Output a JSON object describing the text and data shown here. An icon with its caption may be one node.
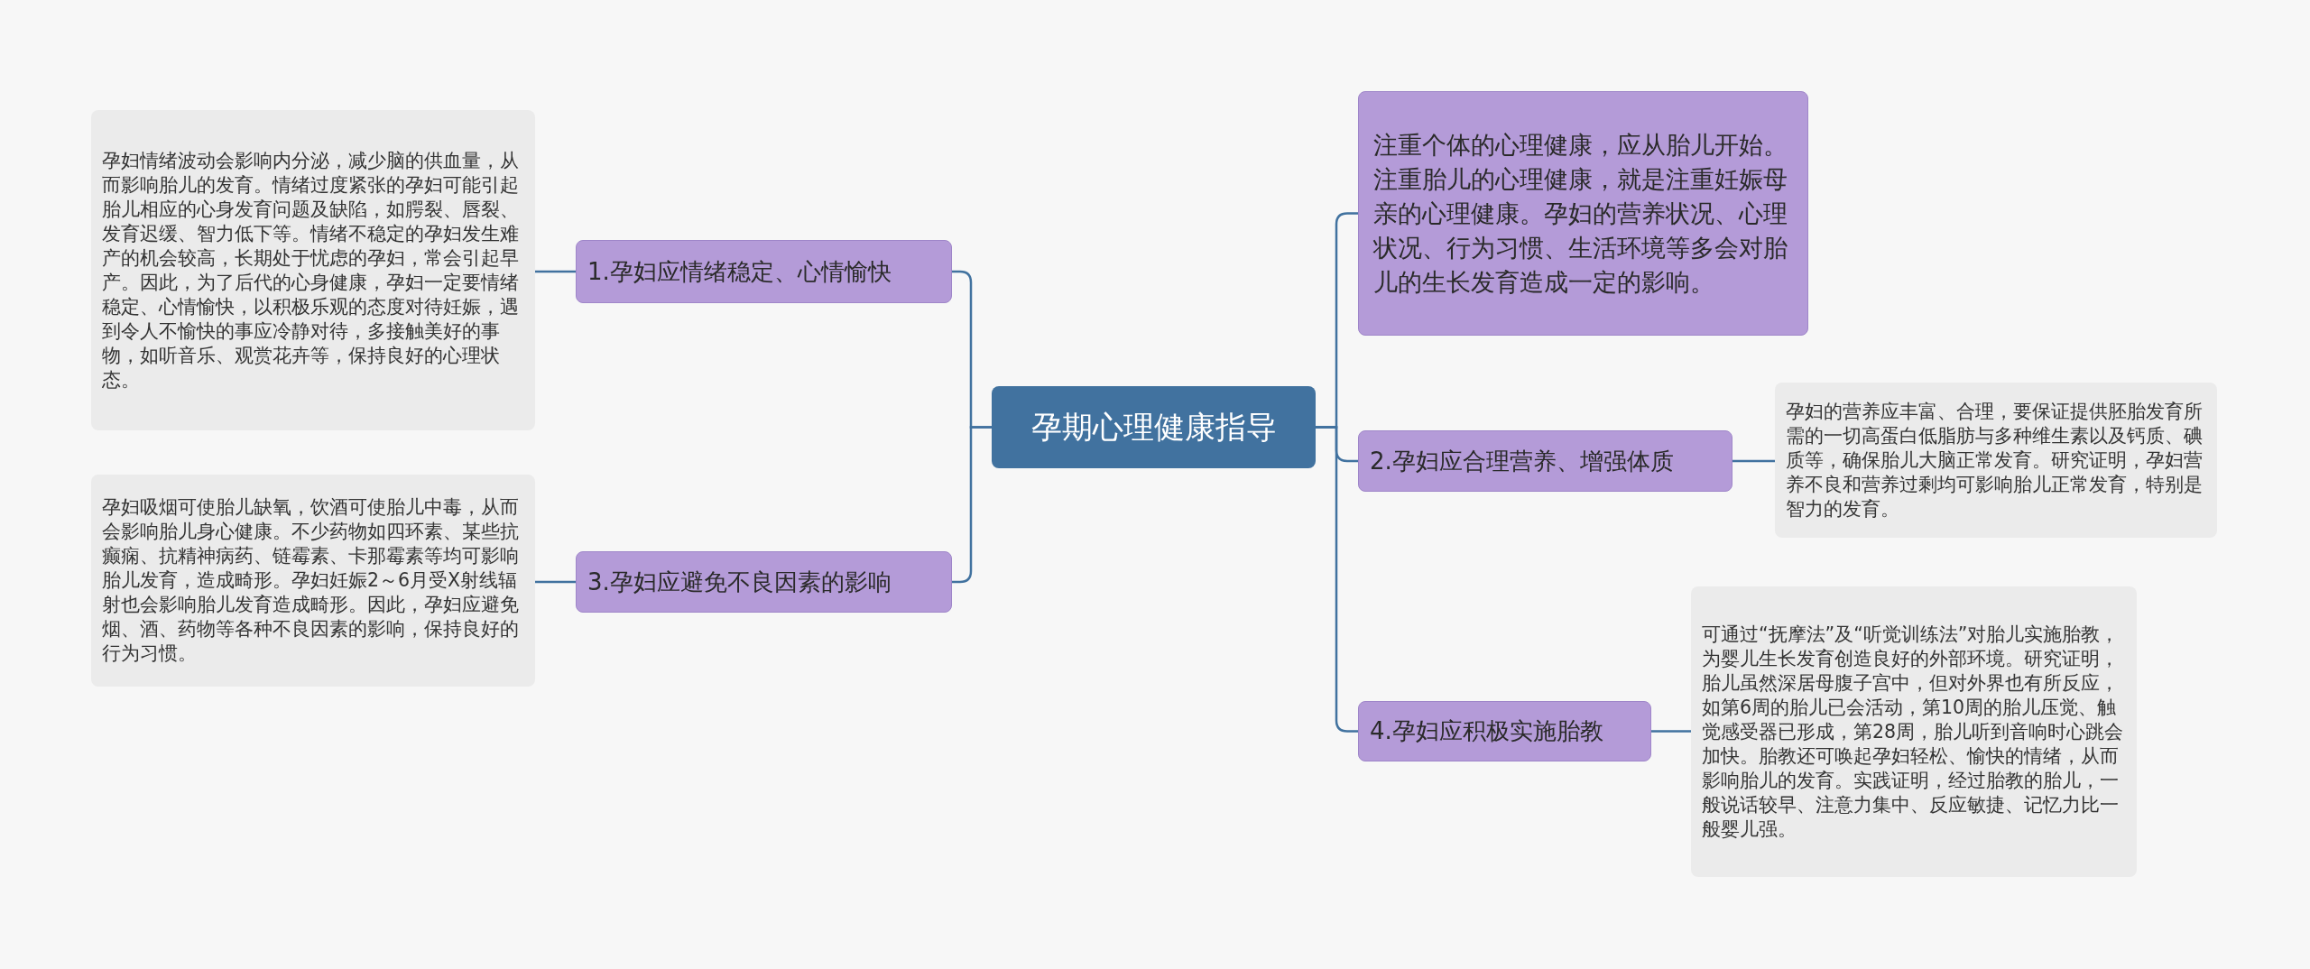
{
  "diagram": {
    "nodes": [
      {
        "text": [
          "孕期心理健康指导"
        ]
      },
      {
        "text": [
          "注重个体的心理健康，应从胎儿开始。注重胎儿的心理健康，就是注重妊娠母亲的心理健康。孕妇的营养状况、心理状况、行为习惯、生活环境等多会对胎儿的生长发育造成一定的影响。"
        ]
      },
      {
        "text": [
          "1.孕妇应情绪稳定、心情愉快"
        ]
      },
      {
        "text": [
          "孕妇情绪波动会影响内分泌，减少脑的供血量，从而影响胎儿的发育。情绪过度紧张的孕妇可能引起胎儿相应的心身发育问题及缺陷，如腭裂、唇裂、发育迟缓、智力低下等。情绪不稳定的孕妇发生难产的机会较高，长期处于忧虑的孕妇，常会引起早产。因此，为了后代的心身健康，孕妇一定要情绪稳定、心情愉快，以积极乐观的态度对待妊娠，遇到令人不愉快的事应冷静对待，多接触美好的事物，如听音乐、观赏花卉等，保持良好的心理状态。"
        ]
      },
      {
        "text": [
          "2.孕妇应合理营养、增强体质"
        ]
      },
      {
        "text": [
          "孕妇的营养应丰富、合理，要保证提供胚胎发育所需的一切高蛋白低脂肪与多种维生素以及钙质、碘质等，确保胎儿大脑正常发育。研究证明，孕妇营养不良和营养过剩均可影响胎儿正常发育，特别是智力的发育。"
        ]
      },
      {
        "text": [
          "3.孕妇应避免不良因素的影响"
        ]
      },
      {
        "text": [
          "孕妇吸烟可使胎儿缺氧，饮酒可使胎儿中毒，从而会影响胎儿身心健康。不少药物如四环素、某些抗癫痫、抗精神病药、链霉素、卡那霉素等均可影响胎儿发育，造成畸形。孕妇妊娠2～6月受X射线辐射也会影响胎儿发育造成畸形。因此，孕妇应避免烟、酒、药物等各种不良因素的影响，保持良好的行为习惯。"
        ]
      },
      {
        "text": [
          "4.孕妇应积极实施胎教"
        ]
      },
      {
        "text": [
          "可通过“抚摩法”及“听觉训练法”对胎儿实施胎教，为婴儿生长发育创造良好的外部环境。研究证明，胎儿虽然深居母腹子宫中，但对外界也有所反应，如第6周的胎儿已会活动，第10周的胎儿压觉、触觉感受器已形成，第28周，胎儿听到音响时心跳会加快。胎教还可唤起孕妇轻松、愉快的情绪，从而影响胎儿的发育。实践证明，经过胎教的胎儿，一般说话较早、注意力集中、反应敏捷、记忆力比一般婴儿强。"
        ]
      }
    ],
    "edges": [
      {
        "from": 0,
        "to": 1,
        "arrow": "none"
      },
      {
        "from": 0,
        "to": 2,
        "arrow": "none"
      },
      {
        "from": 2,
        "to": 3,
        "arrow": "none"
      },
      {
        "from": 0,
        "to": 4,
        "arrow": "none"
      },
      {
        "from": 4,
        "to": 5,
        "arrow": "none"
      },
      {
        "from": 0,
        "to": 6,
        "arrow": "none"
      },
      {
        "from": 6,
        "to": 7,
        "arrow": "none"
      },
      {
        "from": 0,
        "to": 8,
        "arrow": "none"
      },
      {
        "from": 8,
        "to": 9,
        "arrow": "none"
      }
    ]
  }
}
